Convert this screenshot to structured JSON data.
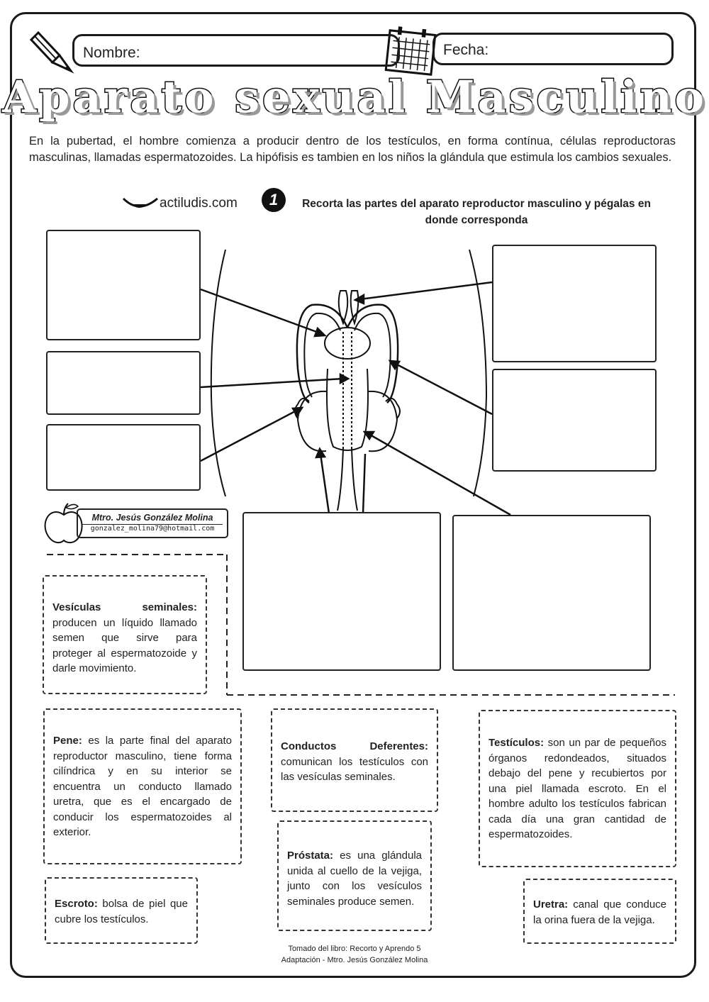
{
  "header": {
    "name_label": "Nombre:",
    "date_label": "Fecha:",
    "title": "Aparato sexual Masculino",
    "icons": [
      "pencil-icon",
      "calendar-icon"
    ]
  },
  "intro": "En la pubertad, el hombre comienza a producir dentro de los testículos, en forma contínua, células reproductoras masculinas, llamadas espermatozoides. La hipófisis es tambien en los niños la glándula que estimula los cambios sexuales.",
  "site": "actiludis.com",
  "instruction": {
    "number": "1",
    "text": "Recorta las partes del aparato reproductor masculino y pégalas en donde corresponda"
  },
  "author": {
    "name": "Mtro. Jesús González Molina",
    "email": "gonzalez_molina79@hotmail.com"
  },
  "cards": {
    "vesiculas": {
      "term": "Vesículas seminales:",
      "text": "producen un líquido llamado semen que sirve para proteger al espermatozoide y darle movimiento."
    },
    "pene": {
      "term": "Pene:",
      "text": "es la parte final del aparato reproductor masculino, tiene forma cilíndrica y en su interior se encuentra un conducto llamado uretra, que es el encargado de conducir los espermatozoides al exterior."
    },
    "conductos": {
      "term": "Conductos Deferentes:",
      "text": "comunican los testículos con las vesículas seminales."
    },
    "testiculos": {
      "term": "Testículos:",
      "text": "son un par de pequeños órganos redondeados, situados debajo del pene y recubiertos por una piel llamada escroto. En el hombre adulto los testículos fabrican cada día una gran cantidad de espermatozoides."
    },
    "prostata": {
      "term": "Próstata:",
      "text": "es una glándula unida al cuello de la vejiga, junto con los vesículos seminales produce semen."
    },
    "escroto": {
      "term": "Escroto:",
      "text": "bolsa de piel que cubre los testículos."
    },
    "uretra": {
      "term": "Uretra:",
      "text": "canal que conduce la orina fuera de la vejiga."
    }
  },
  "credit": {
    "line1": "Tomado del libro: Recorto y Aprendo 5",
    "line2": "Adaptación - Mtro. Jesús González Molina"
  }
}
